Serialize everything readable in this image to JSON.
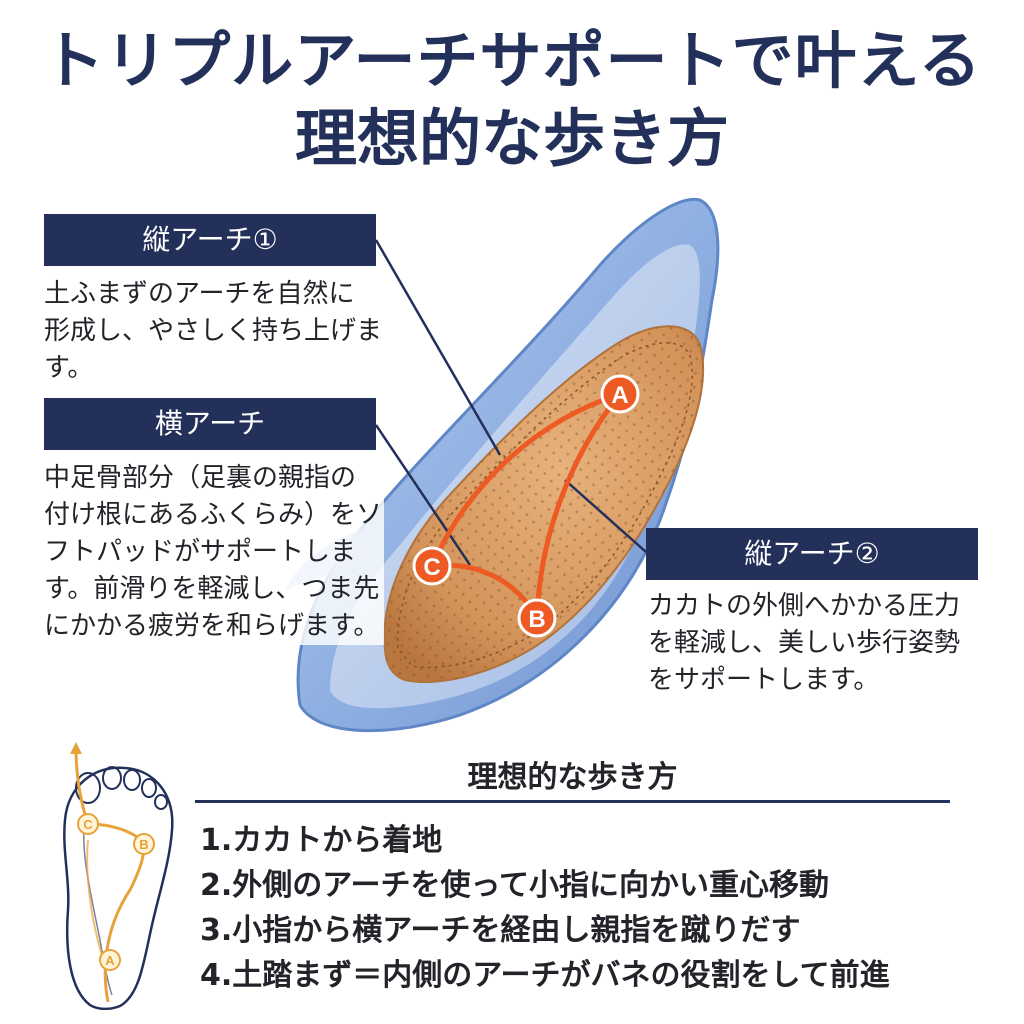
{
  "headline": {
    "line1": "トリプルアーチサポートで叶える",
    "line2": "理想的な歩き方"
  },
  "arch1": {
    "label": "縦アーチ①",
    "lines": [
      "土ふまずのアーチを自然に",
      "形成し、やさしく持ち上げま",
      "す。"
    ]
  },
  "transverse": {
    "label": "横アーチ",
    "lines": [
      "中足骨部分（足裏の親指の",
      "付け根にあるふくらみ）をソ",
      "フトパッドがサポートしま",
      "す。前滑りを軽減し、つま先",
      "にかかる疲労を和らげます。"
    ]
  },
  "arch2": {
    "label": "縦アーチ②",
    "lines": [
      "カカトの外側へかかる圧力",
      "を軽減し、美しい歩行姿勢",
      "をサポートします。"
    ]
  },
  "points": {
    "a": "A",
    "b": "B",
    "c": "C"
  },
  "walk": {
    "title": "理想的な歩き方",
    "steps": [
      "1.カカトから着地",
      "2.外側のアーチを使って小指に向かい重心移動",
      "3.小指から横アーチを経由し親指を蹴りだす",
      "4.土踏まず＝内側のアーチがバネの役割をして前進"
    ]
  },
  "colors": {
    "navy": "#23305a",
    "orange": "#ee5a24",
    "leather": "#d79a62",
    "shoe_blue": "#8fb0e2",
    "foot_orange": "#e8a23a"
  }
}
